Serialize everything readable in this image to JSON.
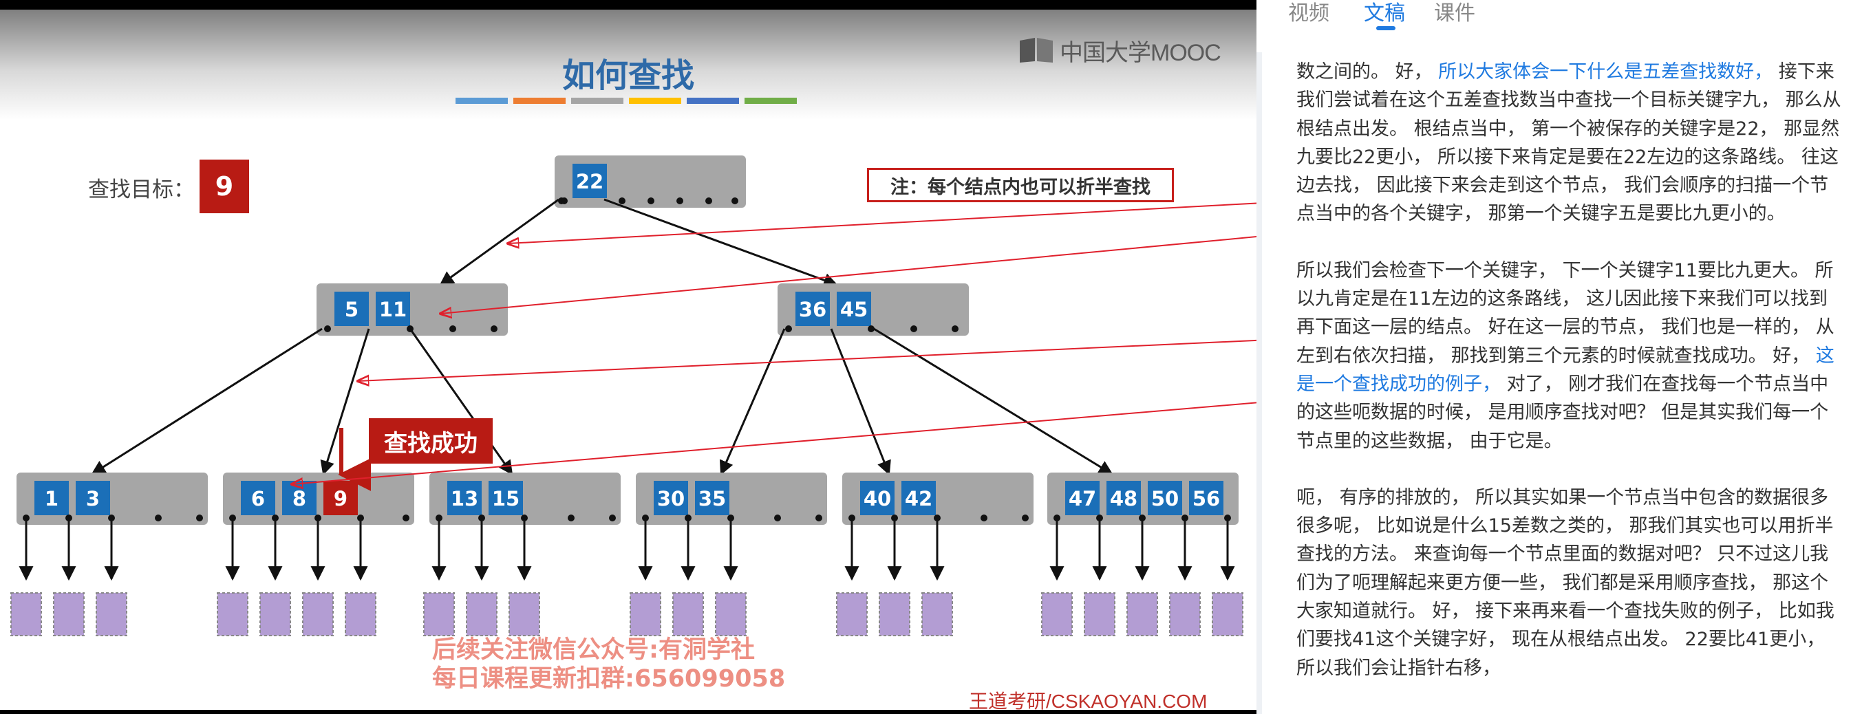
{
  "tabs": [
    {
      "label": "视频",
      "active": false
    },
    {
      "label": "文稿",
      "active": true
    },
    {
      "label": "课件",
      "active": false
    }
  ],
  "slide": {
    "logo_text": "中国大学MOOC",
    "title": "如何查找",
    "title_underline_colors": [
      "#5b9bd5",
      "#ed7d31",
      "#a5a5a5",
      "#ffc000",
      "#4472c4",
      "#70ad47"
    ],
    "target_label": "查找目标：",
    "target_value": "9",
    "note": "注：每个结点内也可以折半查找",
    "success_label": "查找成功",
    "watermark_line1": "后续关注微信公众号:有洞学社",
    "watermark_line2": "每日课程更新扣群:656099058",
    "credit": "王道考研/CSKAOYAN.COM",
    "colors": {
      "key_fill": "#1b6fb8",
      "key_found": "#b81b14",
      "node_fill": "#a6a6a6",
      "leaf_fill": "#b39dd3",
      "annotation_red": "#e0202c"
    },
    "tree": {
      "root": {
        "keys": [
          "22"
        ]
      },
      "level2": [
        {
          "keys": [
            "5",
            "11"
          ]
        },
        {
          "keys": [
            "36",
            "45"
          ]
        }
      ],
      "level3": [
        {
          "keys": [
            "1",
            "3"
          ]
        },
        {
          "keys": [
            "6",
            "8",
            "9"
          ],
          "found": "9"
        },
        {
          "keys": [
            "13",
            "15"
          ]
        },
        {
          "keys": [
            "30",
            "35"
          ]
        },
        {
          "keys": [
            "40",
            "42"
          ]
        },
        {
          "keys": [
            "47",
            "48",
            "50",
            "56"
          ]
        }
      ]
    }
  },
  "transcript": {
    "paragraphs": [
      [
        {
          "text": "数之间的。 好， "
        },
        {
          "text": "所以大家体会一下什么是五差查找数好，",
          "highlight": true
        },
        {
          "text": " 接下来我们尝试着在这个五差查找数当中查找一个目标关键字九， 那么从根结点出发。 根结点当中， 第一个被保存的关键字是22， 那显然九要比22更小， 所以接下来肯定是要在22左边的这条路线。 往这边去找， 因此接下来会走到这个节点， 我们会顺序的扫描一个节点当中的各个关键字， 那第一个关键字五是要比九更小的。"
        }
      ],
      [
        {
          "text": "所以我们会检查下一个关键字， 下一个关键字11要比九更大。 所以九肯定是在11左边的这条路线， 这儿因此接下来我们可以找到再下面这一层的结点。 好在这一层的节点， 我们也是一样的， 从左到右依次扫描， 那找到第三个元素的时候就查找成功。 好， "
        },
        {
          "text": "这是一个查找成功的例子，",
          "highlight": true
        },
        {
          "text": " 对了， 刚才我们在查找每一个节点当中的这些呃数据的时候， 是用顺序查找对吧？ 但是其实我们每一个节点里的这些数据， 由于它是。"
        }
      ],
      [
        {
          "text": "呃， 有序的排放的， 所以其实如果一个节点当中包含的数据很多很多呢， 比如说是什么15差数之类的， 那我们其实也可以用折半查找的方法。 来查询每一个节点里面的数据对吧？ 只不过这儿我们为了呃理解起来更方便一些， 我们都是采用顺序查找， 那这个大家知道就行。 好， 接下来再来看一个查找失败的例子， 比如我们要找41这个关键字好， 现在从根结点出发。 22要比41更小， 所以我们会让指针右移，"
        }
      ]
    ]
  }
}
